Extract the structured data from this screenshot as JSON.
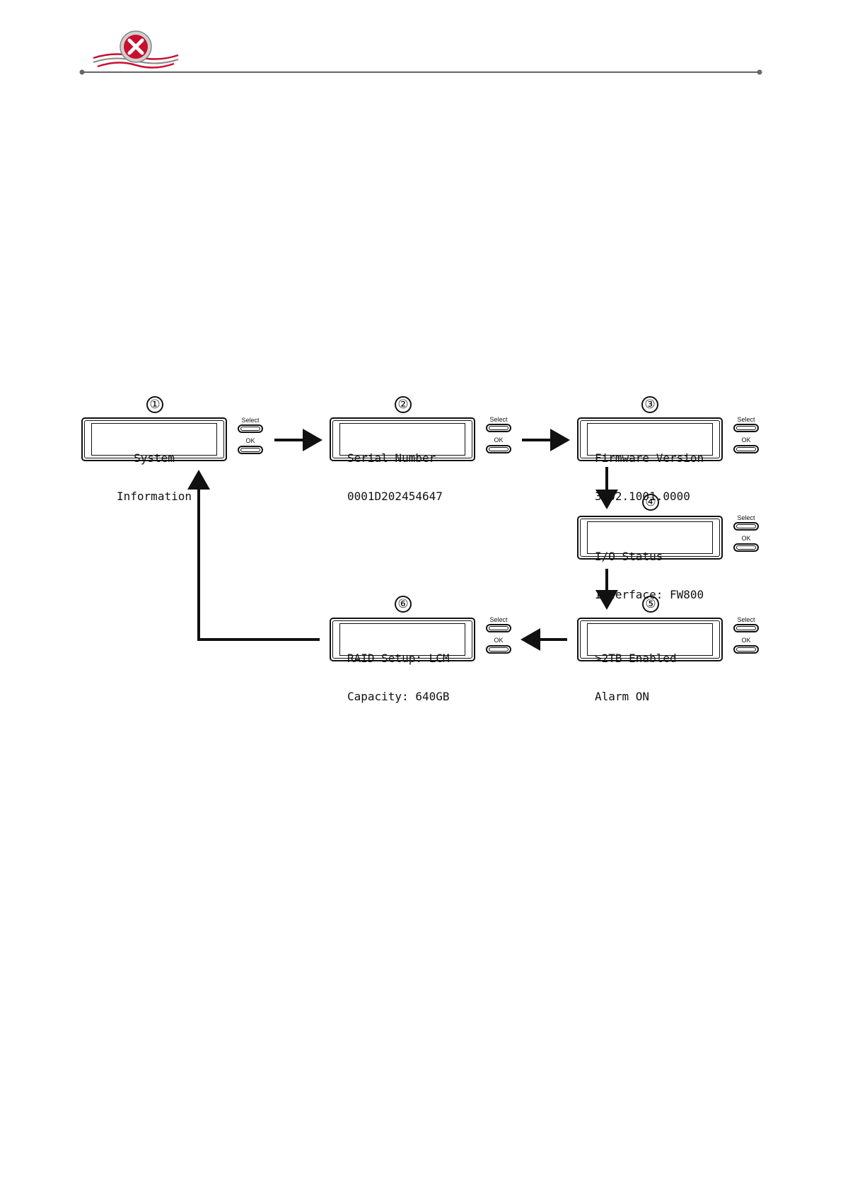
{
  "header": {
    "logo_icon": "red-cross-logo-icon",
    "accent": "#c8102e"
  },
  "steps": [
    {
      "number": "①",
      "lines": [
        "System",
        "Information"
      ],
      "select_label": "Select",
      "ok_label": "OK"
    },
    {
      "number": "②",
      "lines": [
        "Serial Number",
        "0001D202454647"
      ],
      "select_label": "Select",
      "ok_label": "OK"
    },
    {
      "number": "③",
      "lines": [
        "Firmware Version",
        "3.02.1001.0000"
      ],
      "select_label": "Select",
      "ok_label": "OK"
    },
    {
      "number": "④",
      "lines": [
        "I/O Status",
        "Interface: FW800"
      ],
      "select_label": "Select",
      "ok_label": "OK"
    },
    {
      "number": "⑤",
      "lines": [
        ">2TB Enabled",
        "Alarm ON"
      ],
      "select_label": "Select",
      "ok_label": "OK"
    },
    {
      "number": "⑥",
      "lines": [
        "RAID Setup: LCM",
        "Capacity: 640GB"
      ],
      "select_label": "Select",
      "ok_label": "OK"
    }
  ]
}
